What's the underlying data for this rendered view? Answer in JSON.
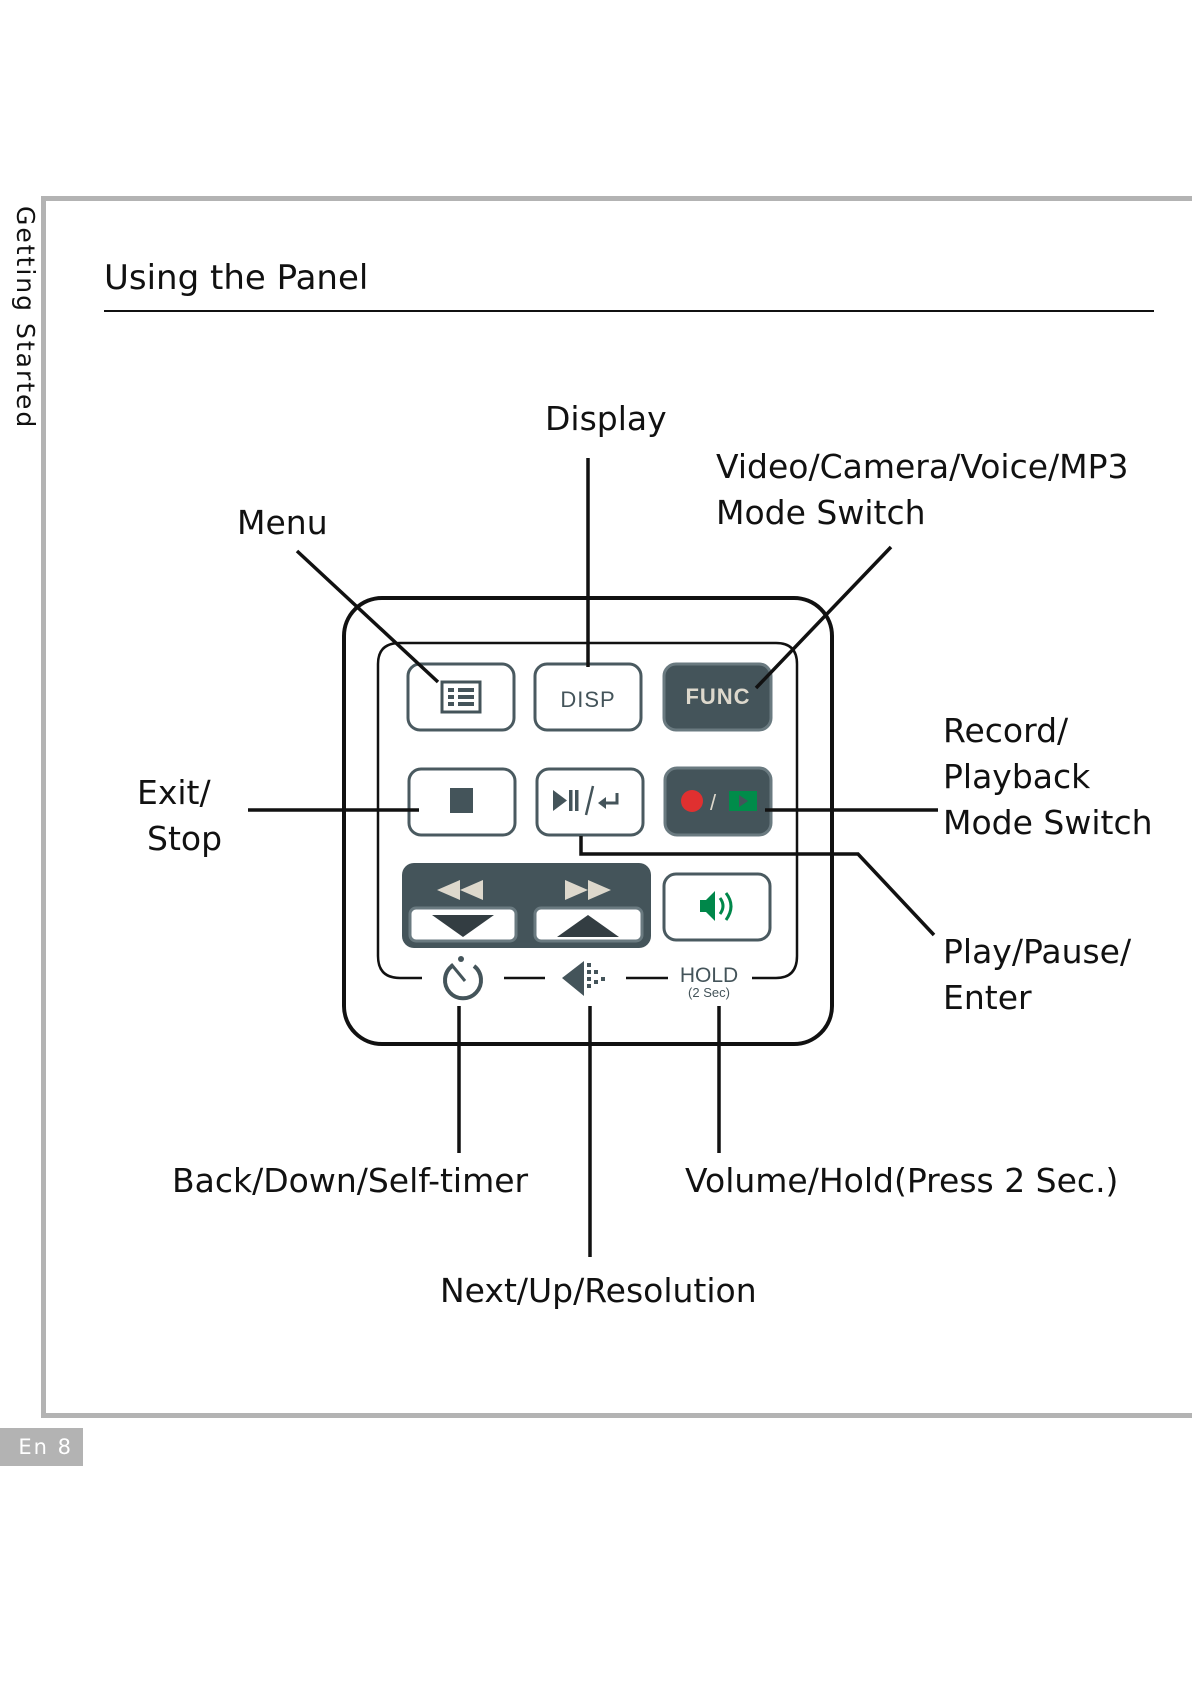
{
  "page": {
    "section_tab": "Getting Started",
    "page_number": "En 8",
    "title": "Using the Panel"
  },
  "labels": {
    "display": "Display",
    "mode_switch_line1": "Video/Camera/Voice/MP3",
    "mode_switch_line2": "Mode Switch",
    "menu": "Menu",
    "exit_line1": "Exit/",
    "exit_line2": "Stop",
    "record_line1": "Record/",
    "record_line2": "Playback",
    "record_line3": "Mode Switch",
    "play_line1": "Play/Pause/",
    "play_line2": "Enter",
    "back": "Back/Down/Self-timer",
    "volume": "Volume/Hold(Press 2 Sec.)",
    "next": "Next/Up/Resolution"
  },
  "panel": {
    "disp_button": "DISP",
    "func_button": "FUNC",
    "record_separator": "/",
    "hold_label": "HOLD",
    "hold_sub": "(2 Sec)",
    "icons": {
      "menu": "menu-list-icon",
      "stop": "stop-square-icon",
      "play_pause_enter": "play-pause-enter-icon",
      "record": "record-dot-icon",
      "playback": "playback-icon",
      "rewind": "rewind-icon",
      "fast_forward": "fast-forward-icon",
      "down": "down-triangle-icon",
      "up": "up-triangle-icon",
      "volume": "speaker-icon",
      "self_timer": "self-timer-icon",
      "resolution": "resolution-icon"
    }
  },
  "colors": {
    "panel_dark": "#44545a",
    "panel_border": "#5a6a70",
    "record_red": "#e03030",
    "playback_green": "#008c4a",
    "speaker_green": "#00874a",
    "func_text": "#ddd8cc",
    "frame_gray": "#b3b3b3"
  }
}
